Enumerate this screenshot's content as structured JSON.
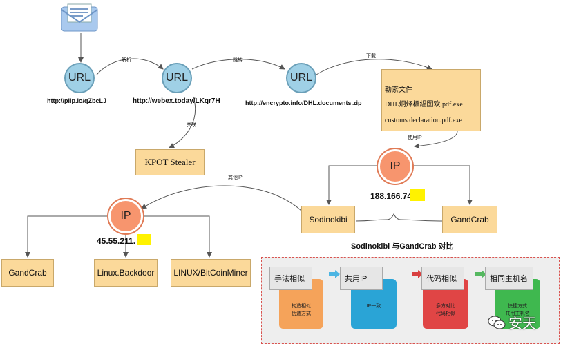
{
  "nodes": {
    "url1": {
      "label": "URL",
      "caption": "http://plip.io/qZbcLJ"
    },
    "url2": {
      "label": "URL",
      "caption": "http://webex.today/LKqr7H"
    },
    "url3": {
      "label": "URL",
      "caption": "http://encrypto.info/DHL.documents.zip"
    },
    "ransom": {
      "title": "勒索文件",
      "file1": "DHL炯烽楣緼图欢.pdf.exe",
      "file2": "customs declaration.pdf.exe"
    },
    "kpot": {
      "label": "KPOT Stealer"
    },
    "ip_right": {
      "label": "IP",
      "address": "188.166.74"
    },
    "ip_left": {
      "label": "IP",
      "address": "45.55.211."
    },
    "sodinokibi": {
      "label": "Sodinokibi"
    },
    "gandcrab_right": {
      "label": "GandCrab"
    },
    "gandcrab_left": {
      "label": "GandCrab"
    },
    "linux_backdoor": {
      "label": "Linux.Backdoor"
    },
    "bitcoinminer": {
      "label": "LINUX/BitCoinMiner"
    }
  },
  "edges": {
    "parse": "解析",
    "redirect": "跳转",
    "download": "下载",
    "associate": "关联",
    "use_ip": "使用IP",
    "other_ip": "其他IP"
  },
  "comparison_title": "Sodinokibi 与GandCrab 对比",
  "comparison_cards": [
    {
      "title": "手法相似",
      "lines": [
        "构造相似",
        "伪造方式"
      ],
      "color": "#f5a35a",
      "arrow": "#888888"
    },
    {
      "title": "共用IP",
      "lines": [
        "IP一致"
      ],
      "color": "#2aa4d6",
      "arrow": "#4cb5e3"
    },
    {
      "title": "代码相似",
      "lines": [
        "多方对比",
        "代码相似"
      ],
      "color": "#e04545",
      "arrow": "#d94040"
    },
    {
      "title": "相同主机名",
      "lines": [
        "快捷方式",
        "共用主机名"
      ],
      "color": "#3fb84f",
      "arrow": "#55b860"
    }
  ],
  "watermark": "安天"
}
